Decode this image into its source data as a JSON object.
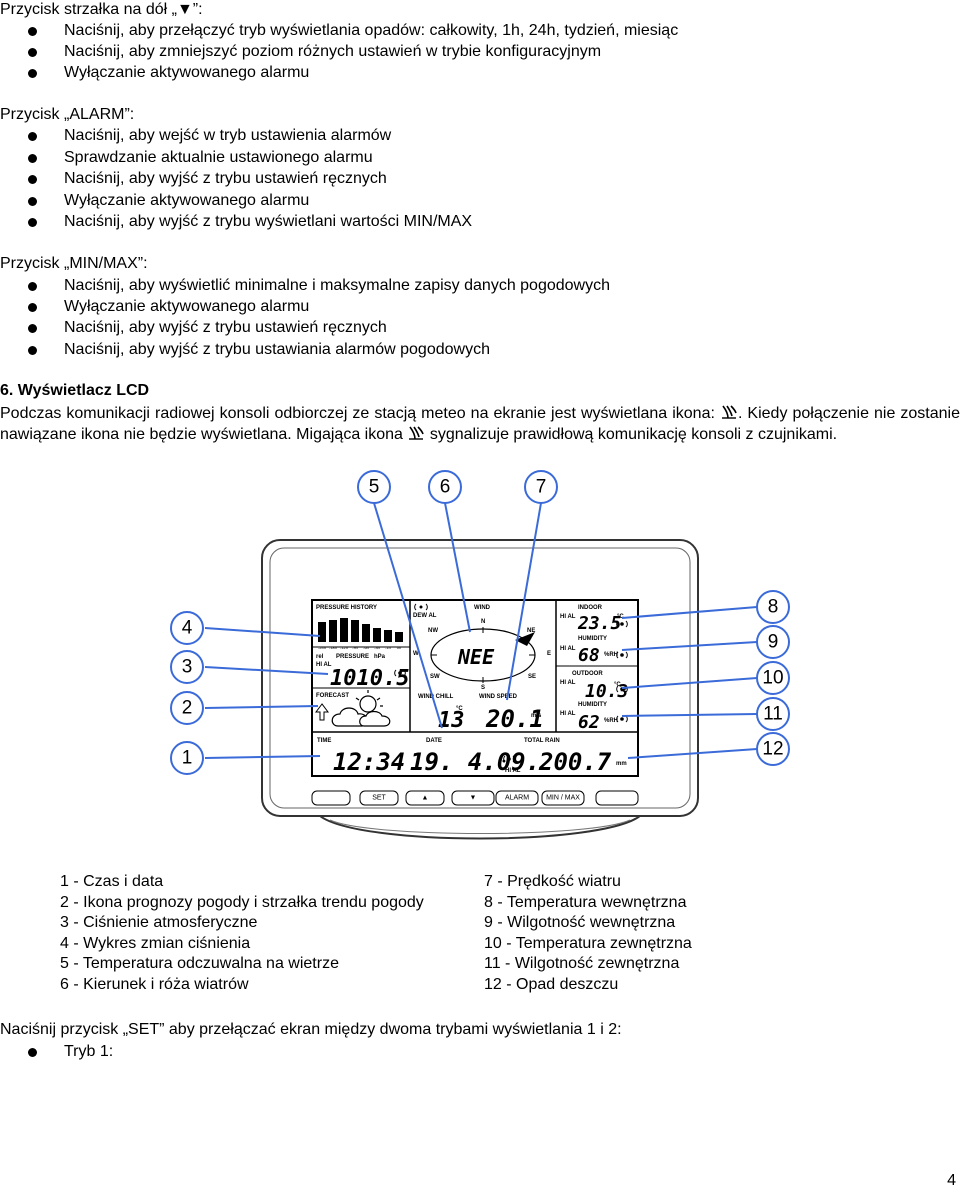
{
  "section_down": {
    "heading": "Przycisk strzałka na dół „▼”:",
    "items": [
      "Naciśnij, aby przełączyć tryb wyświetlania opadów: całkowity, 1h, 24h, tydzień, miesiąc",
      "Naciśnij, aby zmniejszyć poziom różnych ustawień w trybie konfiguracyjnym",
      "Wyłączanie aktywowanego alarmu"
    ]
  },
  "section_alarm": {
    "heading": "Przycisk „ALARM”:",
    "items": [
      "Naciśnij, aby wejść w tryb ustawienia alarmów",
      "Sprawdzanie aktualnie ustawionego alarmu",
      "Naciśnij, aby wyjść z trybu ustawień ręcznych",
      "Wyłączanie aktywowanego alarmu",
      "Naciśnij, aby wyjść z trybu wyświetlani wartości MIN/MAX"
    ]
  },
  "section_minmax": {
    "heading": "Przycisk „MIN/MAX”:",
    "items": [
      "Naciśnij, aby wyświetlić minimalne i maksymalne zapisy danych pogodowych",
      "Wyłączanie aktywowanego alarmu",
      "Naciśnij, aby wyjść z trybu ustawień ręcznych",
      "Naciśnij, aby wyjść z trybu ustawiania alarmów pogodowych"
    ]
  },
  "section_lcd": {
    "heading": "6.  Wyświetlacz LCD",
    "para1_a": "Podczas komunikacji radiowej konsoli odbiorczej ze stacją meteo na ekranie jest wyświetlana ikona:",
    "para1_b": ". Kiedy połączenie nie zostanie nawiązane ikona nie będzie wyświetlana. Migająca ikona",
    "para1_c": "sygnalizuje prawidłową komunikację konsoli z czujnikami."
  },
  "figure": {
    "callouts": [
      "1",
      "2",
      "3",
      "4",
      "5",
      "6",
      "7",
      "8",
      "9",
      "10",
      "11",
      "12"
    ],
    "lcd": {
      "pressure_history": "PRESSURE HISTORY",
      "hist_ticks": [
        "-24h",
        "-18h",
        "-12h",
        "-9h",
        "-6h",
        "-3h",
        "-1h",
        "0h"
      ],
      "rel": "rel",
      "pressure": "PRESSURE",
      "hpa": "hPa",
      "hi_al": "HI AL",
      "pressure_value": "1010.5",
      "forecast": "FORECAST",
      "dew_al": "DEW AL",
      "wind": "WIND",
      "compass": [
        "N",
        "NE",
        "E",
        "SE",
        "S",
        "SW",
        "W",
        "NW"
      ],
      "wind_dir_value": "NEE",
      "wind_chill": "WIND CHILL",
      "wind_chill_value": "13",
      "wind_speed": "WIND SPEED",
      "wind_speed_value": "20.1",
      "wind_unit": "m/s",
      "indoor": "INDOOR",
      "indoor_temp": "23.5",
      "celsius": "°C",
      "humidity": "HUMIDITY",
      "indoor_hum": "68",
      "rh": "%RH",
      "outdoor": "OUTDOOR",
      "outdoor_temp": "10.3",
      "outdoor_hum": "62",
      "time": "TIME",
      "time_value": "12:34",
      "date": "DATE",
      "date_value": "19. 4.09.",
      "total_rain": "TOTAL RAIN",
      "rain_value": "200.7",
      "rain_unit": "mm",
      "buttons": [
        "SET",
        "▲",
        "▼",
        "ALARM",
        "MIN / MAX"
      ]
    }
  },
  "legend_left": [
    "1 - Czas i data",
    "2 - Ikona prognozy pogody i strzałka trendu pogody",
    "3 - Ciśnienie atmosferyczne",
    "4 - Wykres zmian ciśnienia",
    "5 - Temperatura odczuwalna na wietrze",
    "6 - Kierunek i róża wiatrów"
  ],
  "legend_right": [
    "7 - Prędkość wiatru",
    "8 - Temperatura wewnętrzna",
    "9 - Wilgotność wewnętrzna",
    "10 - Temperatura zewnętrzna",
    "11 - Wilgotność zewnętrzna",
    "12 - Opad deszczu"
  ],
  "set_intro": "Naciśnij przycisk „SET” aby przełączać ekran między dwoma trybami wyświetlania 1 i 2:",
  "mode1": "Tryb 1:",
  "page_number": "4"
}
